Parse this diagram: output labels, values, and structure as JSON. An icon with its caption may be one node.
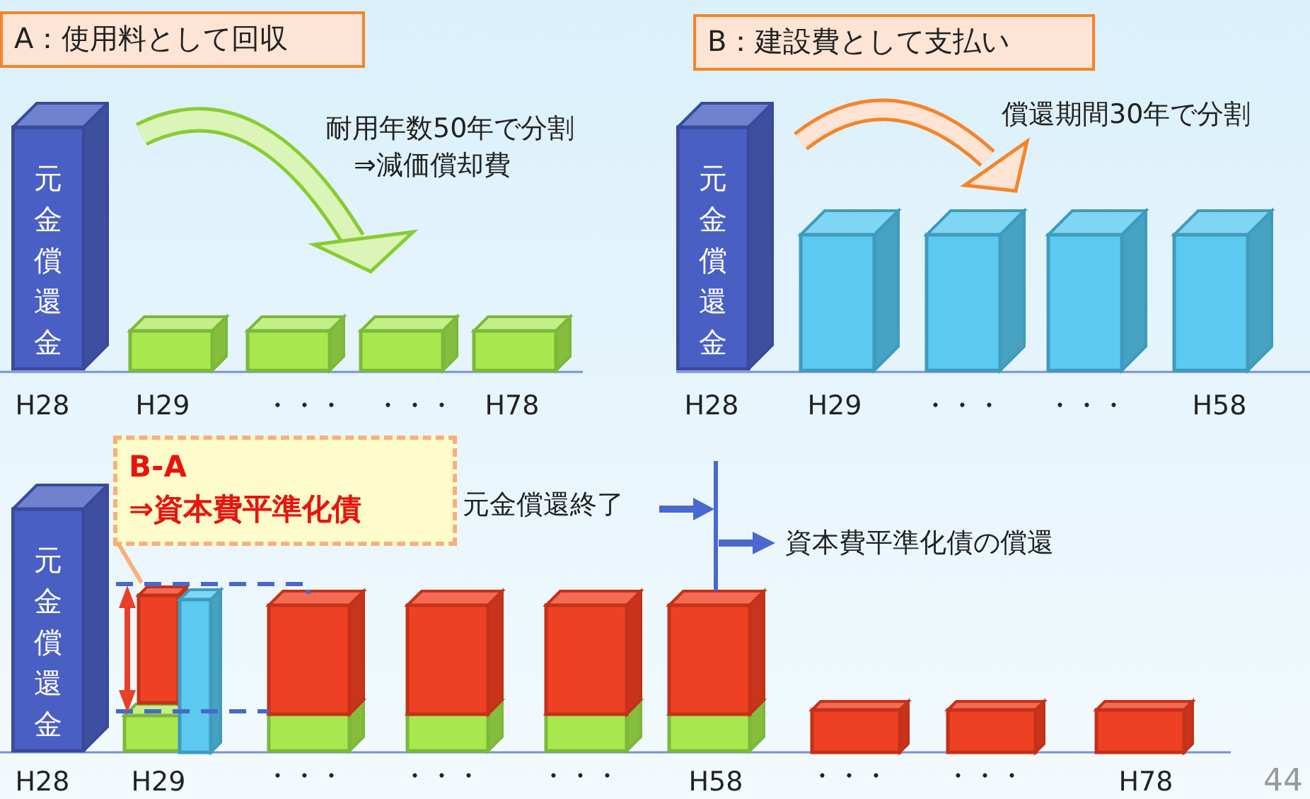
{
  "diagram": {
    "nodes": [
      {
        "text": [
          "A：使用料として回収"
        ]
      },
      {
        "text": [
          "B：建設費として支払い"
        ]
      },
      {
        "text": [
          "B-A",
          "⇒資本費平準化債"
        ]
      },
      {
        "text": [
          "元金償還金"
        ]
      },
      {
        "text": [
          "元金償還金"
        ]
      },
      {
        "text": [
          "元金償還金"
        ]
      }
    ],
    "labels": [
      "耐用年数50年で分割",
      "⇒減価償却費",
      "H28",
      "H29",
      "・・・",
      "・・・",
      "H78",
      "償還期間30年で分割",
      "H28",
      "H29",
      "・・・",
      "・・・",
      "H58",
      "元金償還終了",
      "資本費平準化債の償還",
      "H28",
      "H29",
      "・・・",
      "・・・",
      "・・・",
      "H58",
      "・・・",
      "・・・",
      "H78",
      "44"
    ]
  }
}
